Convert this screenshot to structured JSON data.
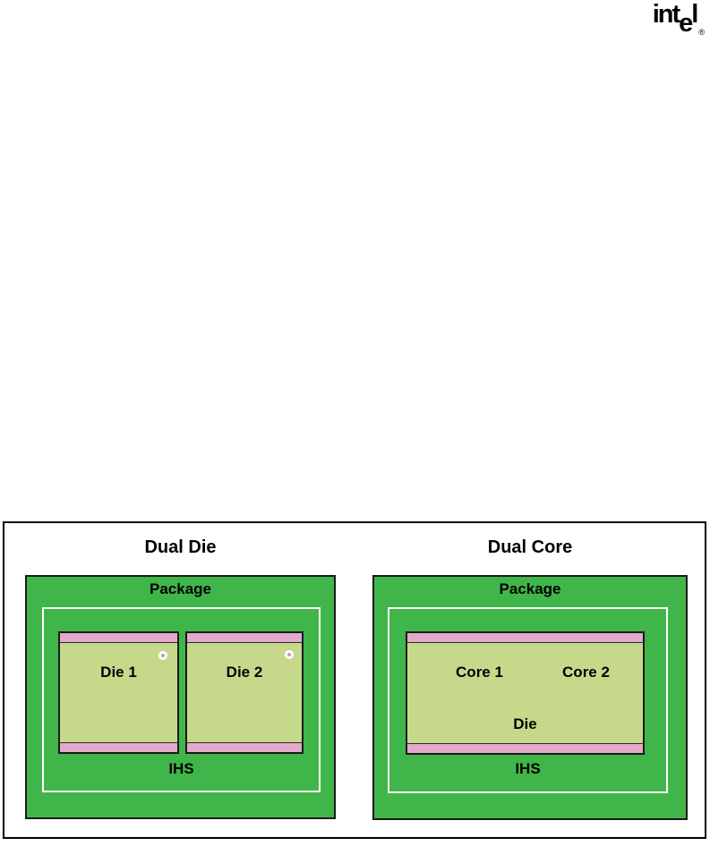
{
  "logo": {
    "text_start": "int",
    "text_dropped": "e",
    "text_end": "l",
    "registered_mark": "®"
  },
  "figure": {
    "colors": {
      "package_green": "#40b64a",
      "die_green": "#c6d98b",
      "strip_pink": "#e3a9cc",
      "ihs_outline_white": "#ffffff",
      "outer_border_black": "#000000"
    },
    "icons": {
      "die_marker": "small-white-dot"
    },
    "panels": [
      {
        "title": "Dual Die",
        "package_label": "Package",
        "ihs_label": "IHS",
        "dies": [
          {
            "label": "Die 1"
          },
          {
            "label": "Die 2"
          }
        ]
      },
      {
        "title": "Dual Core",
        "package_label": "Package",
        "ihs_label": "IHS",
        "die_label": "Die",
        "cores": [
          {
            "label": "Core 1"
          },
          {
            "label": "Core 2"
          }
        ]
      }
    ]
  }
}
